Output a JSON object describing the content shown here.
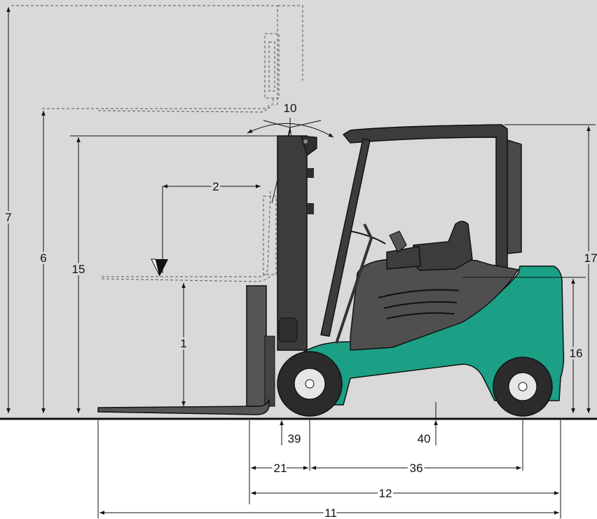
{
  "colors": {
    "background_zone": "#d9d9d9",
    "body_teal": "#1ba086",
    "body_dark": "#3c3c3c",
    "body_mid": "#5a5a5a",
    "outline": "#111111",
    "tire": "#2b2b2b"
  },
  "dimensions": {
    "d1": "1",
    "d2": "2",
    "d6": "6",
    "d7": "7",
    "d10": "10",
    "d11": "11",
    "d12": "12",
    "d15": "15",
    "d16": "16",
    "d17": "17",
    "d21": "21",
    "d36": "36",
    "d39": "39",
    "d40": "40"
  }
}
